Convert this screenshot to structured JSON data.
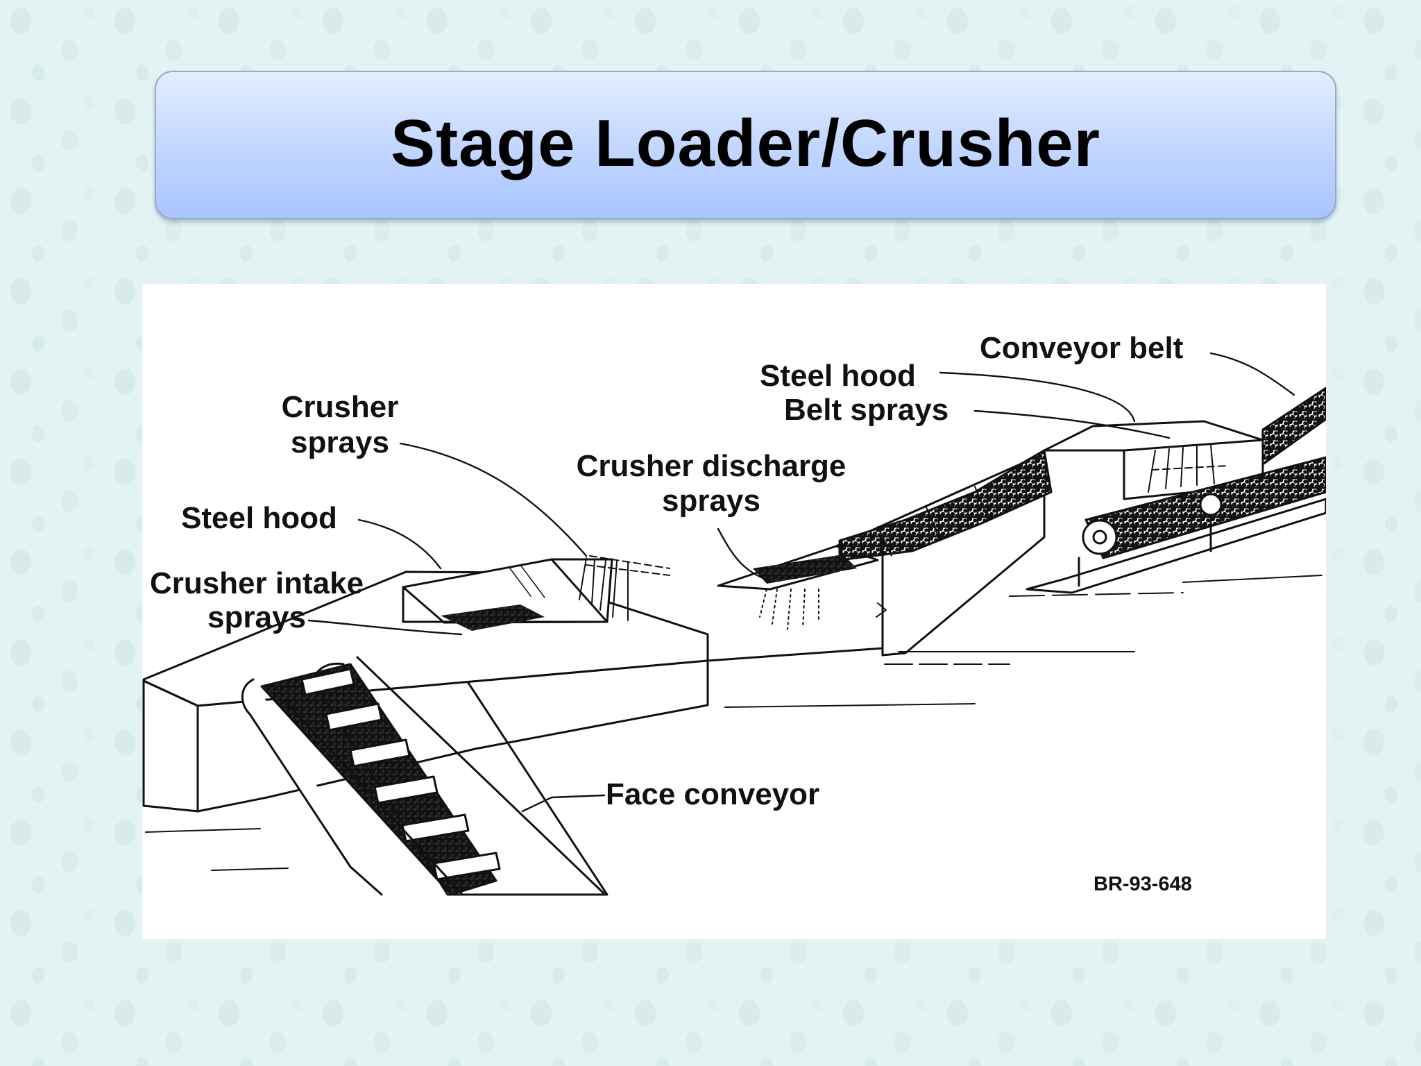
{
  "slide": {
    "title": "Stage Loader/Crusher"
  },
  "diagram": {
    "labels": {
      "conveyor_belt": "Conveyor belt",
      "steel_hood_right": "Steel hood",
      "belt_sprays": "Belt sprays",
      "crusher_sprays_1": "Crusher",
      "crusher_sprays_2": "sprays",
      "crusher_discharge_sprays_1": "Crusher discharge",
      "crusher_discharge_sprays_2": "sprays",
      "steel_hood_left": "Steel hood",
      "crusher_intake_sprays_1": "Crusher intake",
      "crusher_intake_sprays_2": "sprays",
      "face_conveyor": "Face conveyor",
      "figure_code": "BR-93-648"
    }
  },
  "colors": {
    "background": "#e3f2f2",
    "title_gradient_top": "#e4eeff",
    "title_gradient_bottom": "#a9c5ff",
    "ink": "#111111"
  }
}
